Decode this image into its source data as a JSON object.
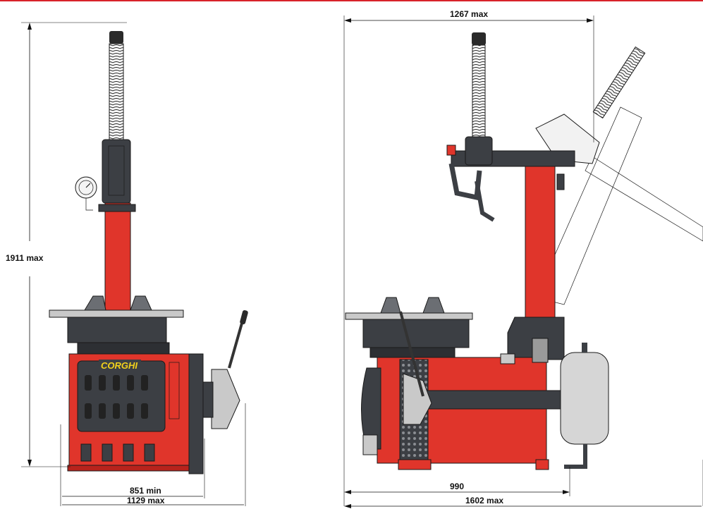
{
  "colors": {
    "accent_bar": "#d8232a",
    "machine_red": "#e0352b",
    "machine_red_dark": "#b8231c",
    "dark_gray": "#3c3f44",
    "mid_gray": "#6b6e73",
    "light_gray": "#c9c9c9",
    "tank_gray": "#d6d6d6",
    "logo_yellow": "#f2d21b"
  },
  "brand": {
    "logo_text": "CORGHI"
  },
  "dimensions": {
    "front_height": "1911 max",
    "front_width_min": "851 min",
    "front_width_max": "1129 max",
    "side_top_width": "1267 max",
    "side_base_depth": "990",
    "side_total_depth": "1602 max"
  }
}
